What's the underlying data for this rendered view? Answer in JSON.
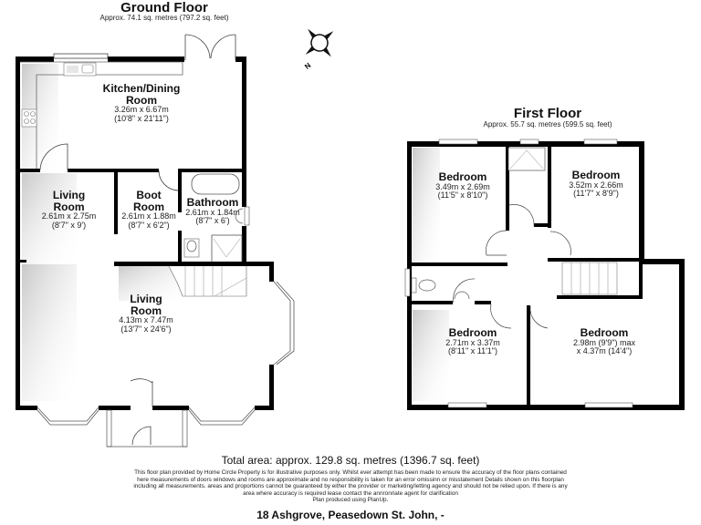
{
  "ground_floor": {
    "title": "Ground Floor",
    "area": "Approx. 74.1 sq. metres (797.2 sq. feet)",
    "rooms": [
      {
        "name": "Kitchen/Dining\nRoom",
        "name_line1": "Kitchen/Dining",
        "name_line2": "Room",
        "metric": "3.26m x 6.67m",
        "imperial": "(10'8\" x 21'11\")"
      },
      {
        "name_line1": "Living",
        "name_line2": "Room",
        "metric": "2.61m x 2.75m",
        "imperial": "(8'7\" x 9')"
      },
      {
        "name_line1": "Boot",
        "name_line2": "Room",
        "metric": "2.61m x 1.88m",
        "imperial": "(8'7\" x 6'2\")"
      },
      {
        "name_line1": "Bathroom",
        "name_line2": "",
        "metric": "2.61m x 1.84m",
        "imperial": "(8'7\" x 6')"
      },
      {
        "name_line1": "Living",
        "name_line2": "Room",
        "metric": "4.13m x 7.47m",
        "imperial": "(13'7\" x 24'6\")"
      }
    ]
  },
  "first_floor": {
    "title": "First Floor",
    "area": "Approx. 55.7 sq. metres (599.5 sq. feet)",
    "rooms": [
      {
        "name_line1": "Bedroom",
        "metric": "3.49m x 2.69m",
        "imperial": "(11'5\" x 8'10\")"
      },
      {
        "name_line1": "Bedroom",
        "metric": "3.52m x 2.66m",
        "imperial": "(11'7\" x 8'9\")"
      },
      {
        "name_line1": "Bedroom",
        "metric": "2.71m x 3.37m",
        "imperial": "(8'11\" x 11'1\")"
      },
      {
        "name_line1": "Bedroom",
        "metric": "2.98m (9'9\") max",
        "imperial": "x 4.37m (14'4\")"
      }
    ]
  },
  "compass": {
    "icon": "compass-icon",
    "label": "N"
  },
  "footer": {
    "total_area": "Total area: approx. 129.8 sq. metres (1396.7 sq. feet)",
    "disclaimer_lines": [
      "This floor plan provided by Home Circle Property is for illustrative purposes only. Whilst ever attempt has been made to ensure the accuracy of the floor plans contained",
      "here measurements of doors windows and rooms are approximate and no responsibility is taken for an error omissinn or misstatement Details shown on this floorplan",
      "including all measurements. areas and proportions cannot be guaranteed by either the provider or marketing/letting agency and should not be relied upon. If there is any",
      "area where accuracy is required lease contact the annronriate agent for clarification",
      "Plan produced using PlanUp."
    ],
    "address": "18 Ashgrove, Peasedown St. John, -"
  },
  "colors": {
    "wall": "#000000",
    "background": "#ffffff",
    "fixture": "#555555",
    "shadow": "#bdbdbd"
  }
}
